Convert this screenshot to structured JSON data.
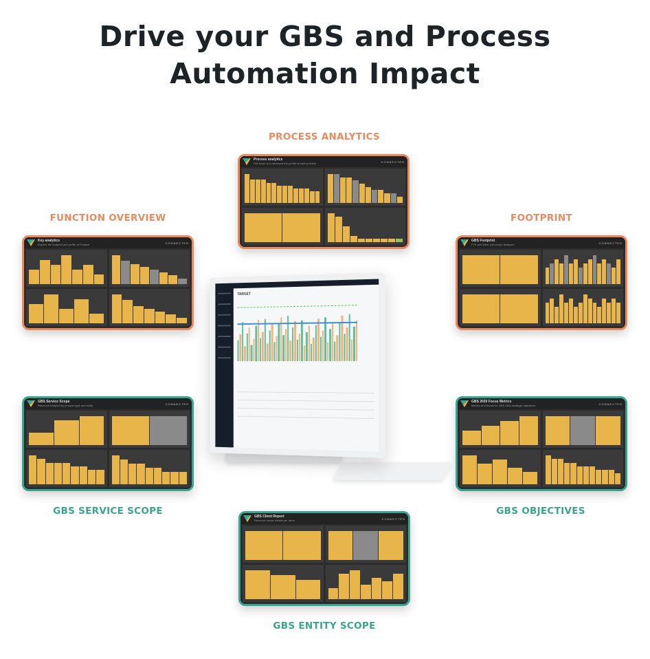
{
  "headline": {
    "line1": "Drive your GBS and Process",
    "line2": "Automation Impact"
  },
  "colors": {
    "orange": "#ec8a5f",
    "teal": "#3aa58e",
    "bar": "#e8b54a"
  },
  "brand": "CONNECTED",
  "monitor": {
    "page_title": "TARGET"
  },
  "sections": [
    {
      "id": "process",
      "label": "PROCESS ANALYTICS",
      "title": "Process analytics",
      "subtitle": "Drill down to understand the profile of each process",
      "bars": [
        [
          10,
          8,
          8,
          8,
          7,
          7,
          6,
          6,
          6,
          5,
          5,
          5,
          4,
          4
        ],
        [
          9,
          9,
          8,
          8,
          7,
          6,
          5,
          4,
          4,
          3,
          3,
          2
        ],
        [
          6,
          6
        ],
        [
          9,
          8,
          5,
          2,
          1,
          1,
          1,
          1,
          1,
          1
        ]
      ]
    },
    {
      "id": "function",
      "label": "FUNCTION OVERVIEW",
      "title": "Key analytics",
      "subtitle": "Explore the footprint and profile of Finance",
      "bars": [
        [
          3,
          5,
          4,
          6,
          3,
          4,
          2
        ],
        [
          10,
          8,
          7,
          6,
          5,
          4,
          3,
          2
        ],
        [
          4,
          6,
          3,
          5,
          2
        ],
        [
          10,
          8,
          6,
          5,
          4,
          3,
          2
        ]
      ]
    },
    {
      "id": "footprint",
      "label": "FOOTPRINT",
      "title": "GBS Footprint",
      "subtitle": "FTE and labor cost scope analyses",
      "bars": [
        [
          6,
          6
        ],
        [
          4,
          5,
          6,
          5,
          7,
          5,
          6,
          4,
          5,
          6,
          7,
          5,
          6,
          5,
          4,
          6
        ],
        [
          6,
          6
        ],
        [
          5,
          6,
          4,
          7,
          5,
          6,
          4,
          5,
          7,
          6,
          5,
          4,
          6,
          5,
          6,
          5
        ]
      ]
    },
    {
      "id": "service",
      "label": "GBS SERVICE SCOPE",
      "title": "GBS Service Scope",
      "subtitle": "Resource footprint by process type and entity",
      "bars": [
        [
          3,
          6,
          7
        ],
        [
          5,
          5
        ],
        [
          8,
          7,
          6,
          6,
          6,
          5,
          5,
          4,
          4
        ],
        [
          7,
          6,
          5,
          5,
          4,
          4,
          3,
          3,
          3
        ]
      ]
    },
    {
      "id": "objectives",
      "label": "GBS OBJECTIVES",
      "title": "GBS 2020 Focus Metrics",
      "subtitle": "Metrics and trends for GBS 2020 strategic objectives",
      "bars": [
        [
          3,
          4,
          5,
          6
        ],
        [
          6,
          6,
          6
        ],
        [
          7,
          5,
          6,
          4,
          3
        ],
        [
          8,
          7,
          7,
          6,
          6,
          5,
          5,
          5,
          4,
          4,
          4,
          3
        ]
      ]
    },
    {
      "id": "entity",
      "label": "GBS ENTITY SCOPE",
      "title": "GBS Client Report",
      "subtitle": "Resource scope details per client",
      "bars": [
        [
          6,
          6
        ],
        [
          5,
          5,
          5
        ],
        [
          6,
          5,
          4
        ],
        [
          3,
          7,
          8,
          4,
          6,
          5,
          7
        ]
      ]
    }
  ]
}
